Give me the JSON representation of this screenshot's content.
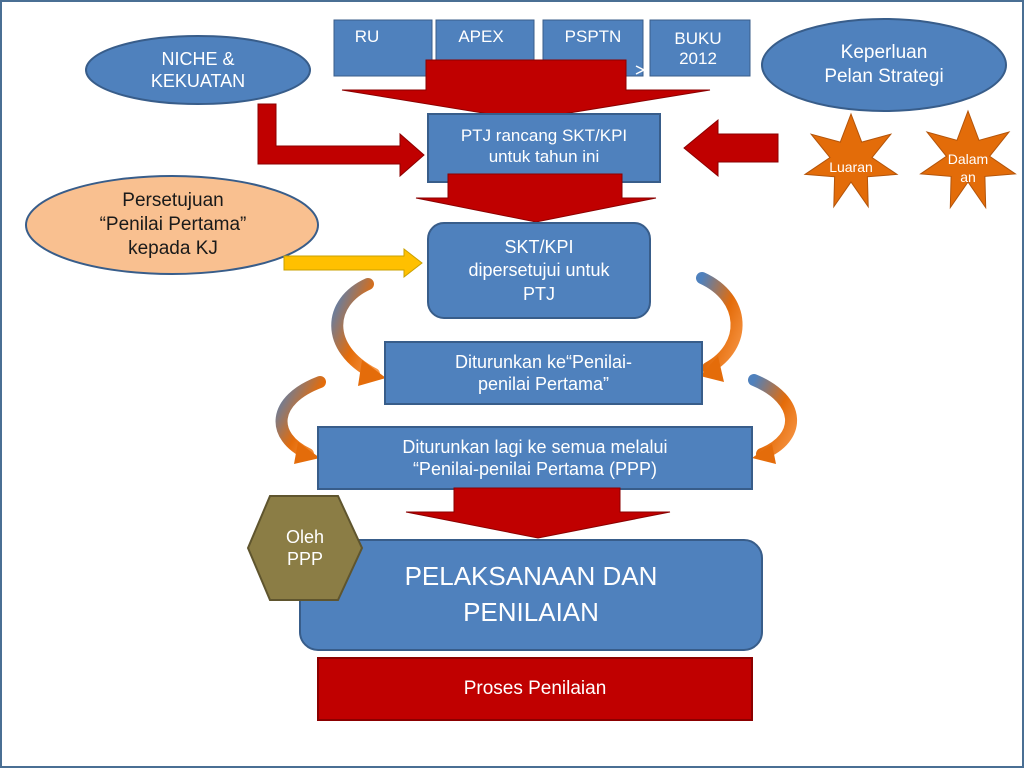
{
  "top_sources": [
    "RU",
    "APEX",
    "PSPTN",
    "BUKU\n2012"
  ],
  "niche": "NICHE &\nKEKUATAN",
  "keperluan": "Keperluan\nPelan Strategi",
  "luaran": "Luaran",
  "dalaman": "Dalam\nan",
  "ptj_rancang": "PTJ rancang SKT/KPI\nuntuk tahun ini",
  "persetujuan": "Persetujuan\n“Penilai Pertama”\nkepada KJ",
  "skt_disetujui": "SKT/KPI\ndipersetujui untuk\nPTJ",
  "diturunkan_1": "Diturunkan ke“Penilai-\npenilai Pertama”",
  "diturunkan_2": "Diturunkan lagi ke semua melalui\n“Penilai-penilai Pertama (PPP)",
  "oleh_ppp": "Oleh\nPPP",
  "pelaksanaan": "PELAKSANAAN DAN\nPENILAIAN",
  "proses": "Proses Penilaian",
  "colors": {
    "blue_box": "#4f81bd",
    "blue_border": "#385d8a",
    "red_arrow": "#c00000",
    "orange_star": "#e36c09",
    "peach": "#f9c090",
    "yellow_arrow": "#ffc000",
    "olive": "#8b7d45",
    "curved_arrow": "#e46c0a"
  }
}
